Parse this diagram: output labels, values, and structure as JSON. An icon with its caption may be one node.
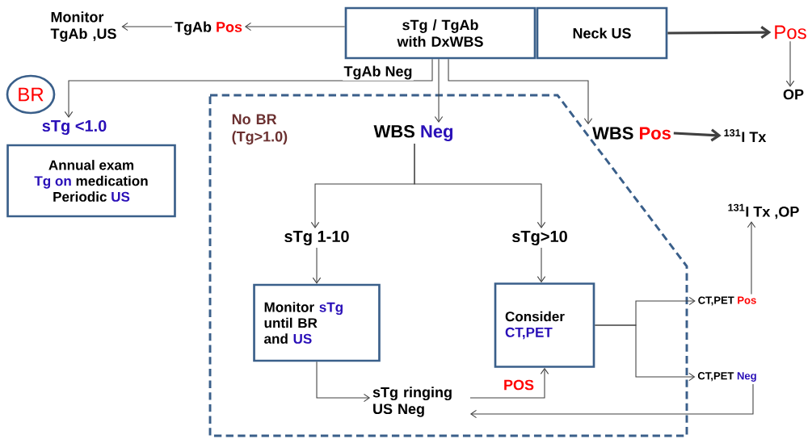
{
  "diagram": {
    "nodes": [
      {
        "text": [
          "sTg / TgAb with DxWBS"
        ]
      },
      {
        "text": [
          "Neck US"
        ]
      },
      {
        "text": [
          "Pos"
        ]
      },
      {
        "text": [
          "OP"
        ]
      },
      {
        "text": [
          "TgAb",
          "Pos"
        ]
      },
      {
        "text": [
          "Monitor TgAb ,US"
        ]
      },
      {
        "text": [
          "BR"
        ]
      },
      {
        "text": [
          "sTg <1.0"
        ]
      },
      {
        "text": [
          "Annual exam",
          "Tg on",
          "medication",
          "Periodic",
          "US"
        ]
      },
      {
        "text": [
          "No BR (Tg>1.0)"
        ]
      },
      {
        "text": [
          "WBS",
          "Neg"
        ],
        "in": 9
      },
      {
        "text": [
          "WBS",
          "Pos"
        ]
      },
      {
        "text": [
          "$^{131}$I Tx"
        ]
      },
      {
        "text": [
          "sTg 1-10"
        ],
        "in": 9
      },
      {
        "text": [
          "sTg>10"
        ],
        "in": 9
      },
      {
        "text": [
          "Monitor",
          "sTg",
          "until BR",
          "and",
          "US"
        ],
        "in": 9
      },
      {
        "text": [
          "Consider",
          "CT,PET"
        ],
        "in": 9
      },
      {
        "text": [
          "sTg ringing US Neg"
        ],
        "in": 9
      },
      {
        "text": [
          "CT,PET",
          "Pos"
        ]
      },
      {
        "text": [
          "CT,PET",
          "Neg"
        ]
      },
      {
        "text": [
          "$^{131}$I Tx ,OP"
        ]
      }
    ],
    "edges": [
      {
        "from": 0,
        "to": 4,
        "arrow": "to"
      },
      {
        "from": 4,
        "to": 5,
        "arrow": "to"
      },
      {
        "from": 0,
        "to": 7,
        "arrow": "to",
        "label": "TgAb Neg"
      },
      {
        "from": 0,
        "to": 10,
        "arrow": "to"
      },
      {
        "from": 0,
        "to": 11,
        "arrow": "to"
      },
      {
        "from": 1,
        "to": 2,
        "arrow": "to",
        "style": "thick"
      },
      {
        "from": 2,
        "to": 3,
        "arrow": "to"
      },
      {
        "from": 11,
        "to": 12,
        "arrow": "to",
        "style": "thick"
      },
      {
        "from": 10,
        "to": 13,
        "arrow": "to"
      },
      {
        "from": 10,
        "to": 14,
        "arrow": "to"
      },
      {
        "from": 13,
        "to": 15,
        "arrow": "to"
      },
      {
        "from": 14,
        "to": 16,
        "arrow": "to"
      },
      {
        "from": 15,
        "to": 17,
        "arrow": "to"
      },
      {
        "from": 17,
        "to": 16,
        "arrow": "to",
        "label": "POS"
      },
      {
        "from": 16,
        "to": 18,
        "arrow": "to"
      },
      {
        "from": 16,
        "to": 19,
        "arrow": "to"
      },
      {
        "from": 19,
        "to": 17,
        "arrow": "to"
      },
      {
        "from": 18,
        "to": 20,
        "arrow": "to"
      }
    ]
  }
}
